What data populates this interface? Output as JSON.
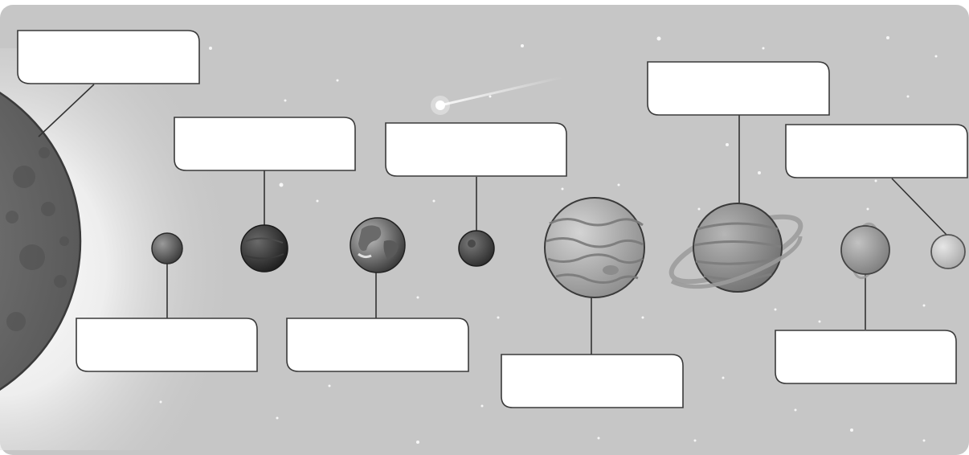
{
  "diagram": {
    "background": "#c9c9c9",
    "box_fill": "#ffffff",
    "box_stroke": "#3a3a3a",
    "leader_stroke": "#333333",
    "labels": [
      {
        "id": "sun",
        "text": ""
      },
      {
        "id": "mercury",
        "text": ""
      },
      {
        "id": "venus",
        "text": ""
      },
      {
        "id": "earth",
        "text": ""
      },
      {
        "id": "mars",
        "text": ""
      },
      {
        "id": "jupiter",
        "text": ""
      },
      {
        "id": "saturn",
        "text": ""
      },
      {
        "id": "uranus",
        "text": ""
      },
      {
        "id": "neptune",
        "text": ""
      }
    ]
  }
}
